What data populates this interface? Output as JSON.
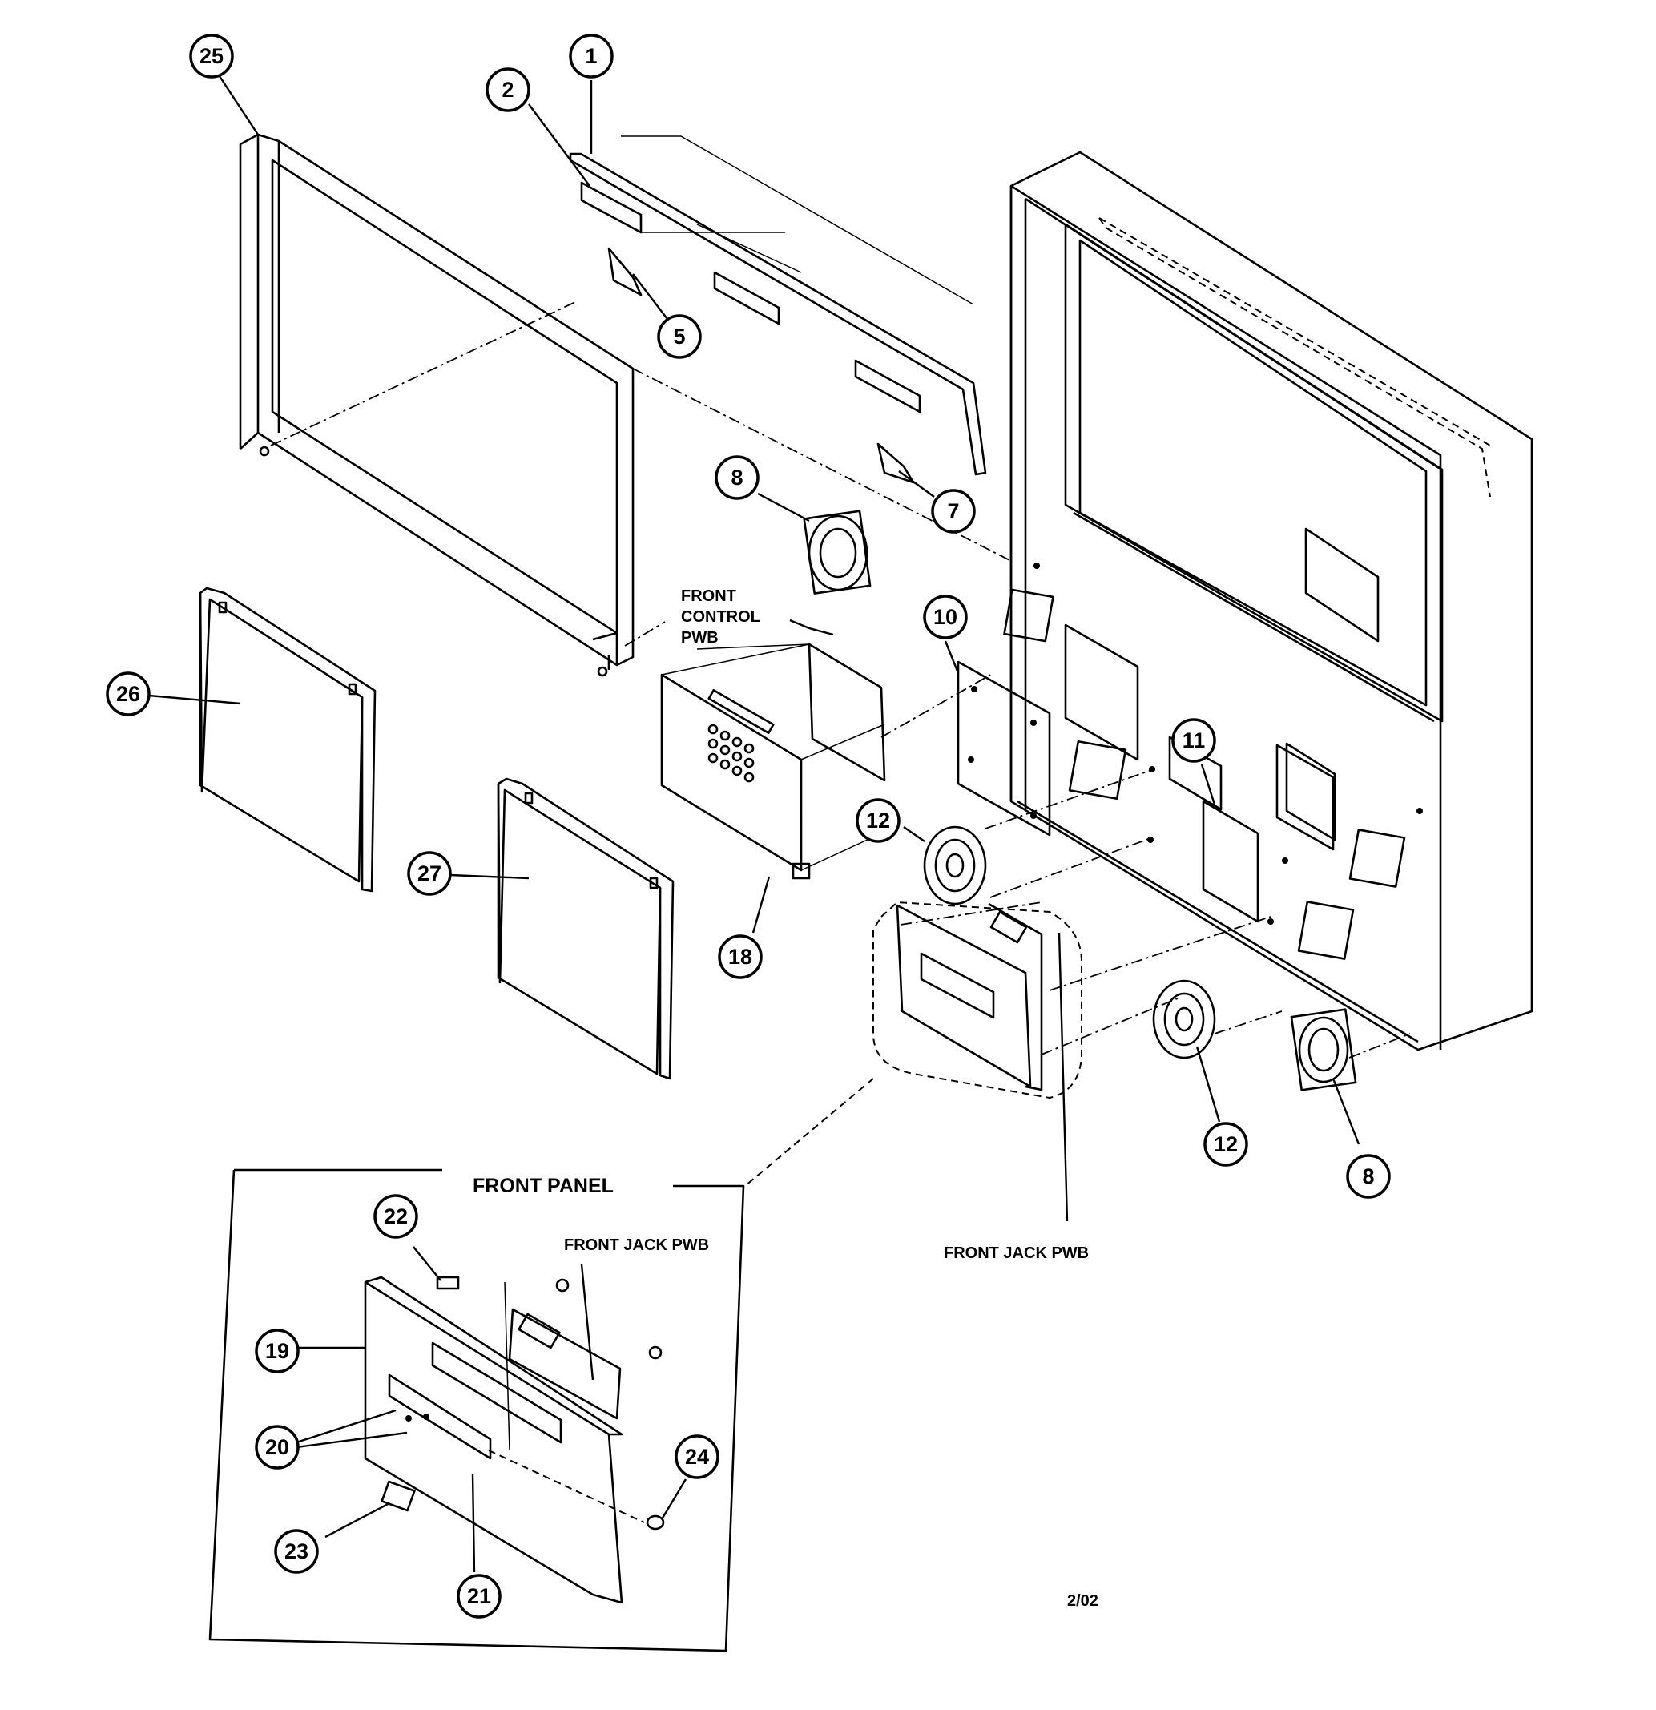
{
  "callouts": {
    "c1": "1",
    "c2": "2",
    "c5": "5",
    "c7": "7",
    "c8a": "8",
    "c8b": "8",
    "c10": "10",
    "c11": "11",
    "c12a": "12",
    "c12b": "12",
    "c18": "18",
    "c19": "19",
    "c20": "20",
    "c21": "21",
    "c22": "22",
    "c23": "23",
    "c24": "24",
    "c25": "25",
    "c26": "26",
    "c27": "27"
  },
  "labels": {
    "front_control_line1": "FRONT",
    "front_control_line2": "CONTROL",
    "front_control_line3": "PWB",
    "front_jack_pwb_main": "FRONT JACK PWB",
    "front_jack_pwb_inset": "FRONT JACK PWB",
    "front_panel_title": "FRONT PANEL",
    "date_code": "2/02"
  }
}
